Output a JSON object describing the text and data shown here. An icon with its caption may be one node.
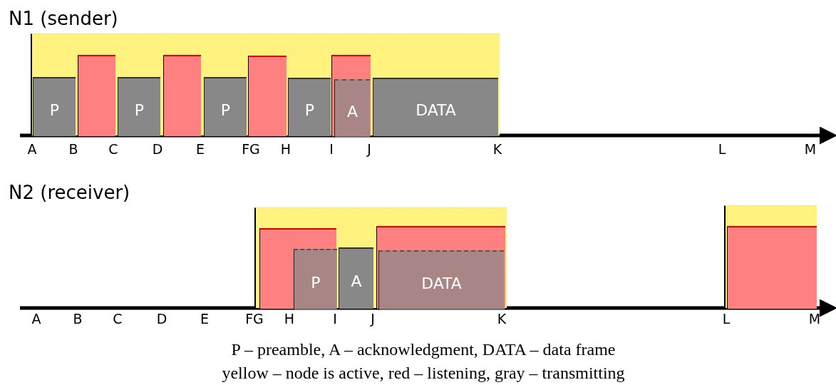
{
  "diagram": {
    "nodes": [
      {
        "text": [],
        "shape": "box"
      },
      {
        "text": [
          "P"
        ],
        "in": 0
      },
      {
        "text": [],
        "shape": "box",
        "in": 0
      },
      {
        "text": [
          "P"
        ],
        "in": 0
      },
      {
        "text": [],
        "shape": "box",
        "in": 0
      },
      {
        "text": [
          "P"
        ],
        "in": 0
      },
      {
        "text": [],
        "shape": "box",
        "in": 0
      },
      {
        "text": [
          "P"
        ],
        "in": 0
      },
      {
        "text": [],
        "shape": "box",
        "in": 0
      },
      {
        "text": [
          "A"
        ],
        "in": 8
      },
      {
        "text": [
          "DATA"
        ],
        "in": 0
      },
      {
        "text": [],
        "shape": "box"
      },
      {
        "text": [],
        "shape": "box",
        "in": 11
      },
      {
        "text": [
          "P"
        ],
        "in": 12
      },
      {
        "text": [
          "A"
        ],
        "in": 11
      },
      {
        "text": [],
        "shape": "box",
        "in": 11
      },
      {
        "text": [
          "DATA"
        ],
        "in": 15
      },
      {
        "text": [],
        "shape": "box"
      },
      {
        "text": [],
        "shape": "box",
        "in": 17
      }
    ],
    "labels": [
      "N1 (sender)",
      "A",
      "B",
      "C",
      "D",
      "E",
      "FG",
      "H",
      "I",
      "J",
      "K",
      "L",
      "M",
      "N2 (receiver)",
      "A",
      "B",
      "C",
      "D",
      "E",
      "FG",
      "H",
      "I",
      "J",
      "K",
      "L",
      "M",
      "P – preamble, A – acknowledgment, DATA – data frame",
      "yellow – node is active, red – listening, gray – transmitting"
    ]
  }
}
